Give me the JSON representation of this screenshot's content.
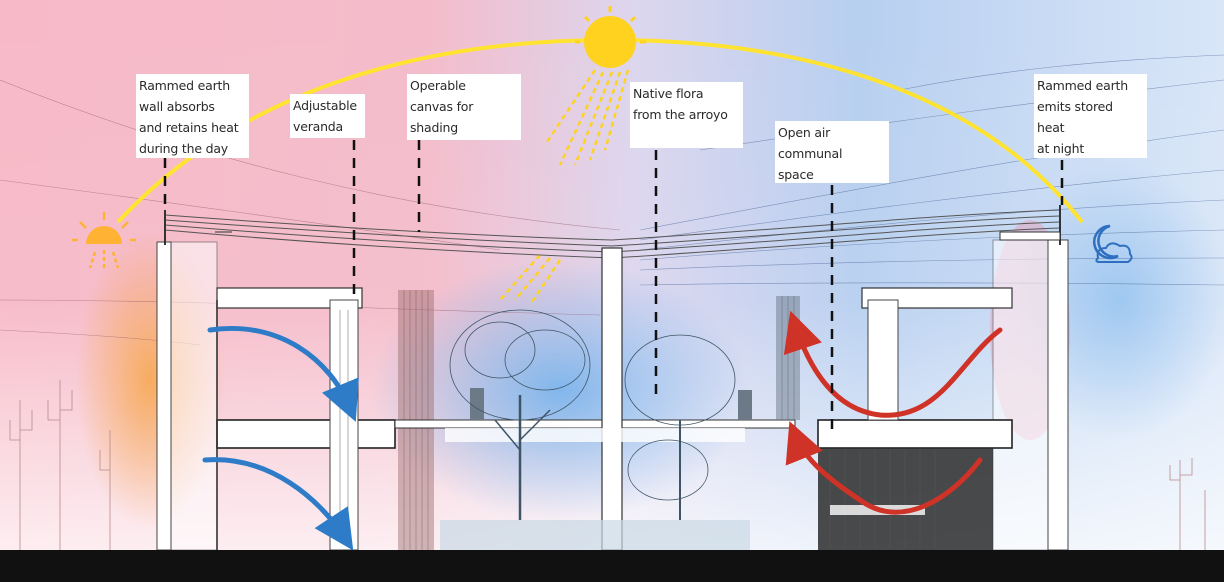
{
  "labels": {
    "rammed_absorbs": "Rammed earth\nwall absorbs\nand retains heat\nduring the day",
    "veranda": "Adjustable\nveranda",
    "canvas": "Operable\ncanvas for\nshading",
    "flora": "Native flora\nfrom the arroyo",
    "communal": "Open air\ncommunal\nspace",
    "rammed_emits": "Rammed earth\nemits stored heat\nat night"
  },
  "colors": {
    "sun": "#ffd21f",
    "sun_arc": "#ffe330",
    "cool_air": "#2e7cc8",
    "warm_air": "#cf3226",
    "warm_wash": "#f4a8b8",
    "cool_wash": "#a9c9ef",
    "ground": "#111111"
  },
  "icons": [
    "sun-icon",
    "sunset-icon",
    "moon-icon",
    "cloud-icon"
  ]
}
